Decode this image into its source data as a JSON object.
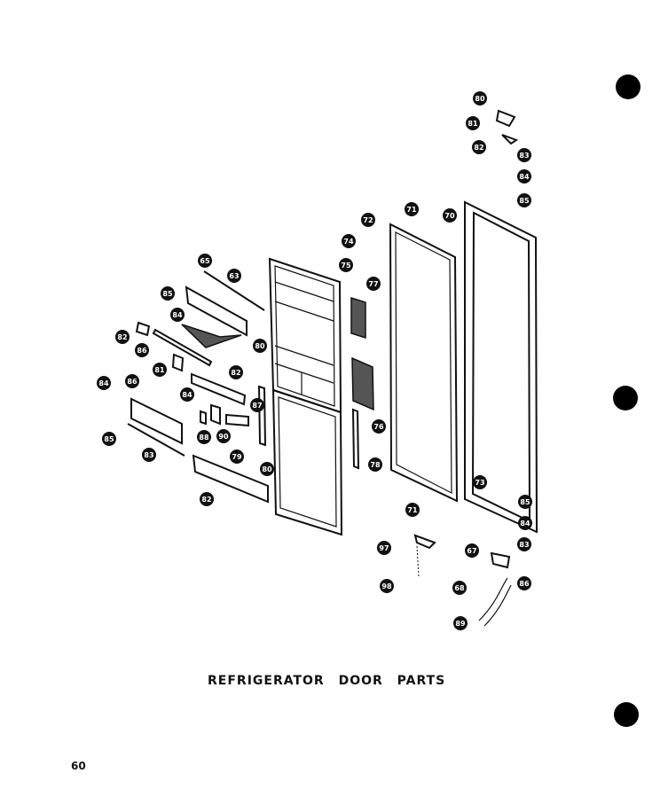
{
  "caption": "REFRIGERATOR DOOR PARTS",
  "page_number": "60",
  "callouts": [
    "80",
    "81",
    "82",
    "83",
    "84",
    "85",
    "70",
    "72",
    "71",
    "74",
    "75",
    "77",
    "76",
    "78",
    "73",
    "71",
    "65",
    "63",
    "85",
    "84",
    "82",
    "86",
    "81",
    "80",
    "82",
    "87",
    "79",
    "80",
    "82",
    "84",
    "86",
    "85",
    "83",
    "84",
    "90",
    "88",
    "97",
    "98",
    "67",
    "68",
    "86",
    "89",
    "83",
    "84",
    "85"
  ]
}
